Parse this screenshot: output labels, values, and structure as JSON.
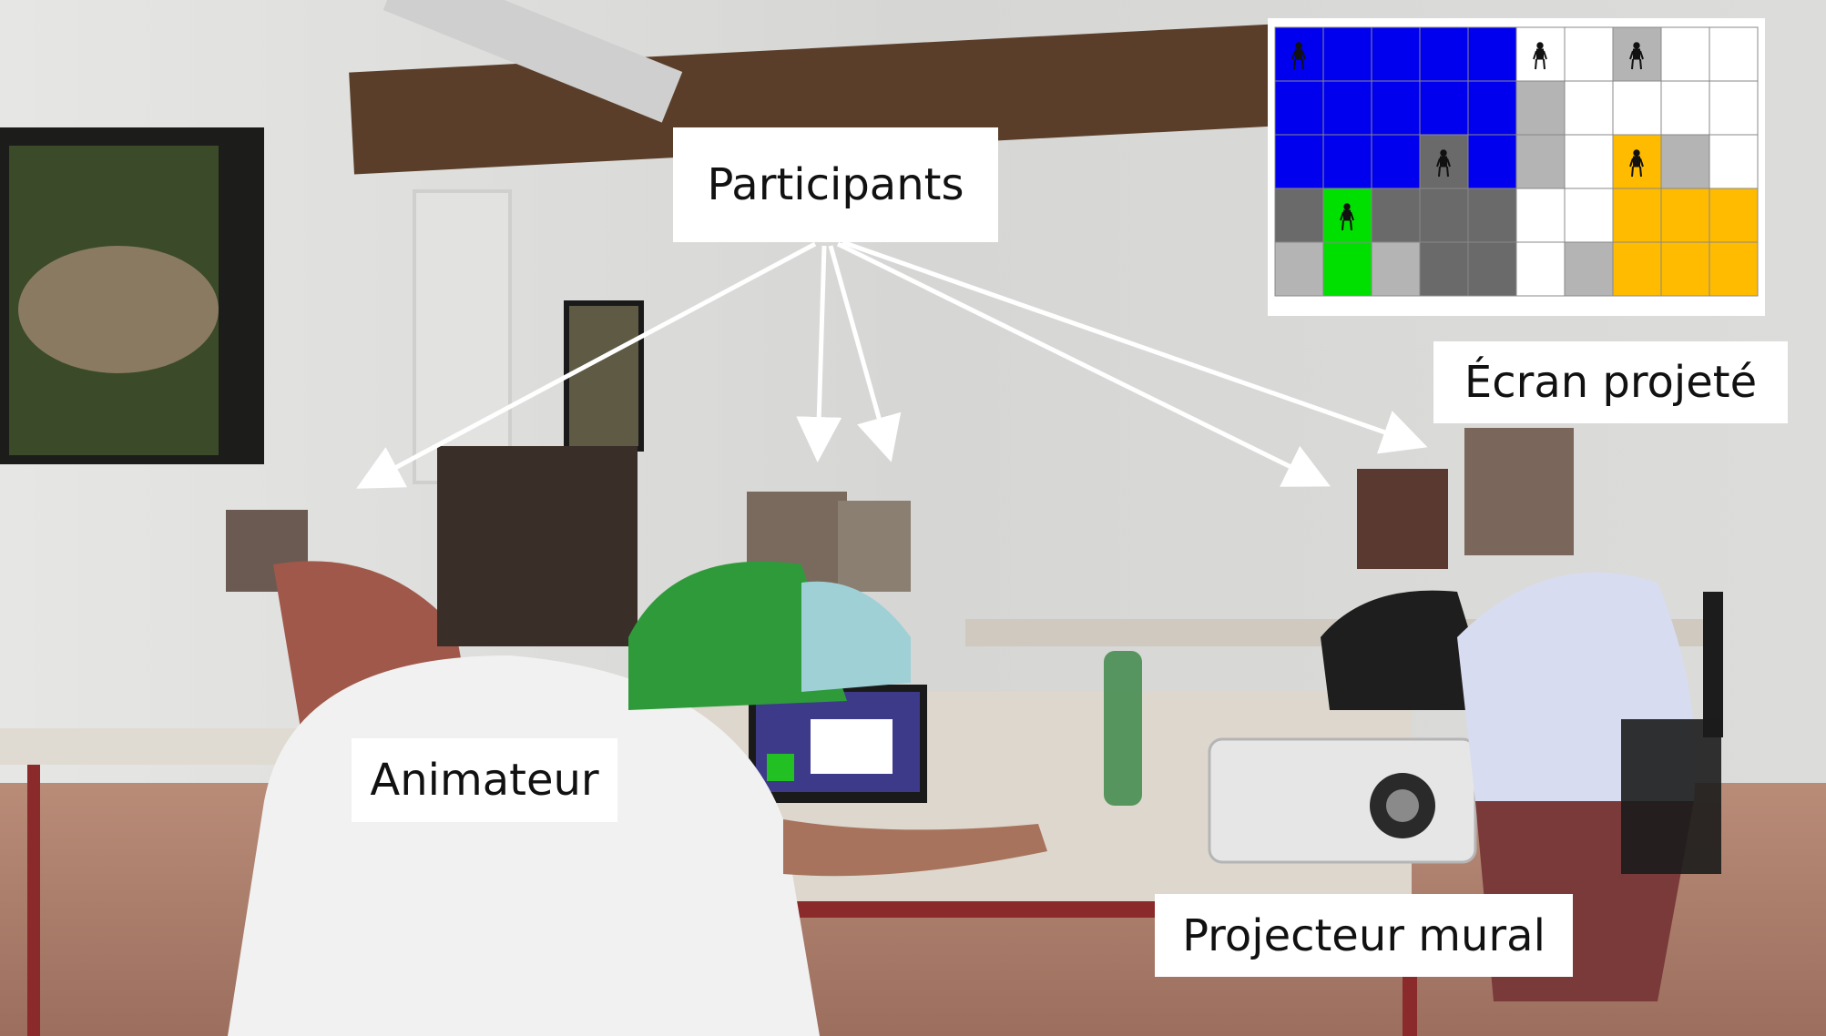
{
  "labels": {
    "participants": "Participants",
    "ecran": "Écran projeté",
    "animateur": "Animateur",
    "projecteur": "Projecteur mural"
  },
  "colors": {
    "blue_zone": "#0000ee",
    "green_zone": "#00e000",
    "orange_zone": "#ffbb00",
    "dark_gray": "#6a6a6a",
    "light_gray": "#b4b4b4",
    "white": "#ffffff",
    "arrow": "#ffffff"
  },
  "grid_map": {
    "rows": 5,
    "cols": 10,
    "cells": [
      [
        "blue",
        "blue",
        "blue",
        "blue",
        "blue",
        "white",
        "white",
        "light_gray",
        "white",
        "white"
      ],
      [
        "blue",
        "blue",
        "blue",
        "blue",
        "blue",
        "light_gray",
        "white",
        "white",
        "white",
        "white"
      ],
      [
        "blue",
        "blue",
        "blue",
        "dark_gray",
        "blue",
        "light_gray",
        "white",
        "orange",
        "light_gray",
        "white"
      ],
      [
        "dark_gray",
        "green",
        "dark_gray",
        "dark_gray",
        "dark_gray",
        "white",
        "white",
        "orange",
        "orange",
        "orange"
      ],
      [
        "light_gray",
        "green",
        "light_gray",
        "dark_gray",
        "dark_gray",
        "white",
        "light_gray",
        "orange",
        "orange",
        "orange"
      ]
    ],
    "person_icons": [
      [
        0,
        0
      ],
      [
        0,
        5
      ],
      [
        0,
        7
      ],
      [
        2,
        3
      ],
      [
        2,
        7
      ],
      [
        3,
        1
      ]
    ]
  }
}
